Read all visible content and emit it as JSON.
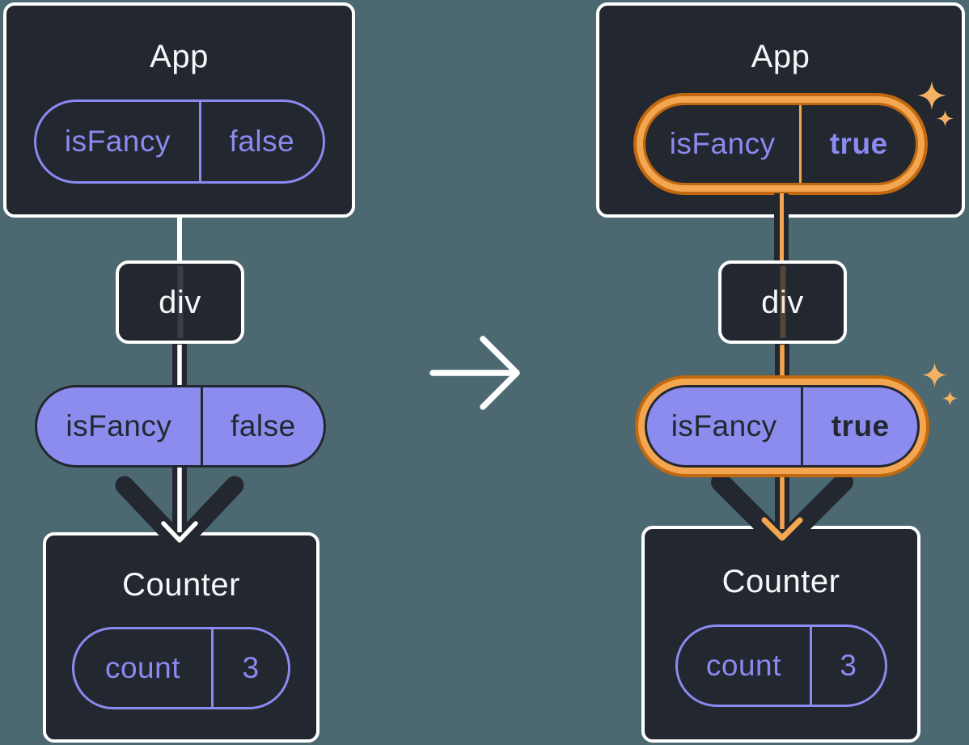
{
  "colors": {
    "bg": "#4C6971",
    "card": "#23272F",
    "ink": "#23272F",
    "purple": "#8A8AF0",
    "purpleFill": "#8C8CEE",
    "orangeDark": "#C2690F",
    "orangeLight": "#F3A64F",
    "sparkle": "#F5B163",
    "textLight": "#F6F7F9"
  },
  "left": {
    "app": {
      "title": "App",
      "prop": {
        "name": "isFancy",
        "value": "false"
      }
    },
    "div_box": {
      "label": "div"
    },
    "passed_prop": {
      "name": "isFancy",
      "value": "false"
    },
    "counter": {
      "title": "Counter",
      "state": {
        "name": "count",
        "value": "3"
      }
    }
  },
  "right": {
    "app": {
      "title": "App",
      "prop": {
        "name": "isFancy",
        "value": "true"
      }
    },
    "div_box": {
      "label": "div"
    },
    "passed_prop": {
      "name": "isFancy",
      "value": "true"
    },
    "counter": {
      "title": "Counter",
      "state": {
        "name": "count",
        "value": "3"
      }
    }
  },
  "icons": {
    "transition_arrow": "right-arrow",
    "sparkle": "four-point-star",
    "flow_arrow": "downward-prop-flow-arrow"
  }
}
